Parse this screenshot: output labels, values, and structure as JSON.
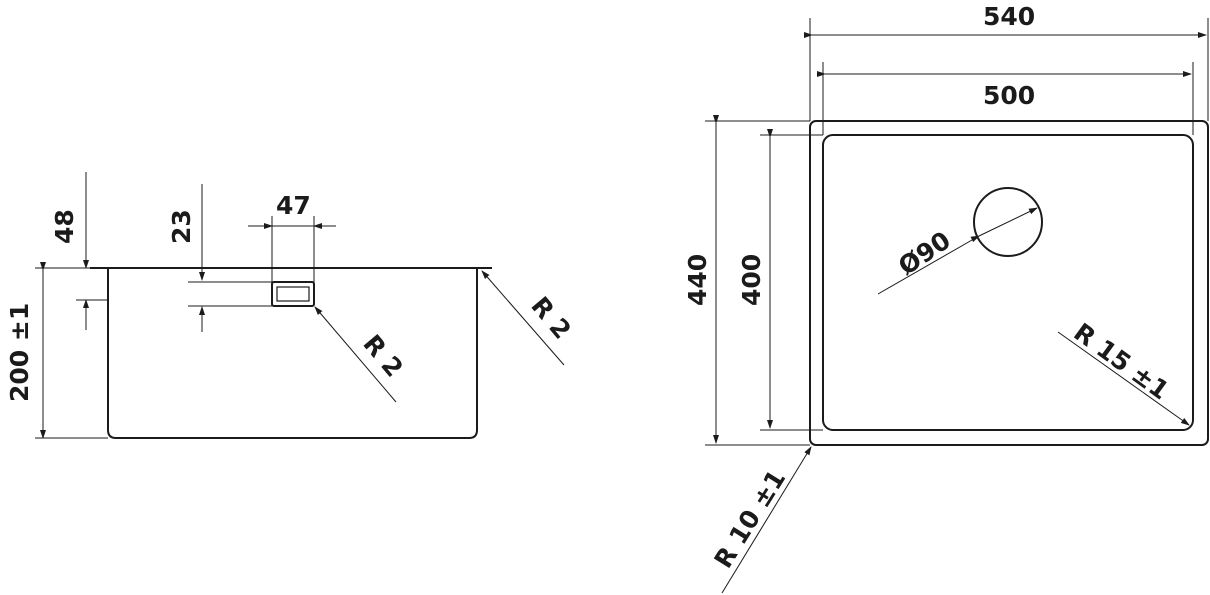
{
  "diagram": {
    "side_view": {
      "height_label": "200 ±1",
      "rim_label": "48",
      "overflow_depth_label": "23",
      "overflow_width_label": "47",
      "overflow_radius_label": "R 2",
      "rim_radius_label": "R 2"
    },
    "top_view": {
      "outer_width_label": "540",
      "inner_width_label": "500",
      "outer_height_label": "440",
      "inner_height_label": "400",
      "drain_diameter_label": "Ø90",
      "inner_radius_label": "R 15 ±1",
      "outer_radius_label": "R 10 ±1"
    },
    "colors": {
      "ink": "#1b1b1b",
      "background": "#ffffff"
    }
  }
}
